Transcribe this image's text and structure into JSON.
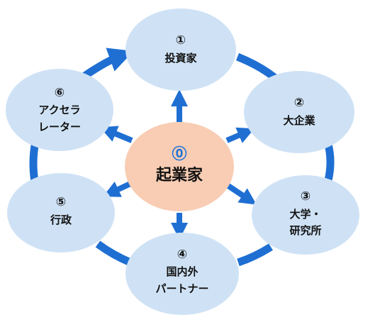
{
  "colors": {
    "ring": "#1f6fd3",
    "node_fill": "#cfe2f5",
    "center_fill": "#f8cdb4",
    "center_number": "#1d6fd8",
    "text": "#111111"
  },
  "center": {
    "number": "⓪",
    "label": "起業家"
  },
  "nodes": [
    {
      "number": "①",
      "lines": [
        "投資家"
      ]
    },
    {
      "number": "②",
      "lines": [
        "大企業"
      ]
    },
    {
      "number": "③",
      "lines": [
        "大学・",
        "研究所"
      ]
    },
    {
      "number": "④",
      "lines": [
        "国内外",
        "パートナー"
      ]
    },
    {
      "number": "⑤",
      "lines": [
        "行政"
      ]
    },
    {
      "number": "⑥",
      "lines": [
        "アクセラ",
        "レーター"
      ]
    }
  ]
}
